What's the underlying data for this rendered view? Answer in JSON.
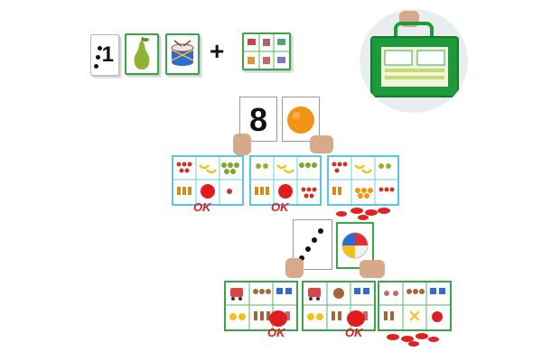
{
  "top_row": {
    "number_card": {
      "digit": "1",
      "dot_count": 3
    },
    "plus_symbol": "+"
  },
  "middle_scene": {
    "number_card": {
      "digit": "8"
    },
    "ok_labels": [
      "OK",
      "OK"
    ]
  },
  "bottom_scene": {
    "dot_count": 4,
    "ok_labels": [
      "OK",
      "OK"
    ]
  },
  "colors": {
    "board_green": "#3aa64a",
    "board_blue": "#58c7e3",
    "ok_red": "#d81f1f",
    "chip_red": "#e01d1d",
    "case_green": "#1e9a3c"
  }
}
